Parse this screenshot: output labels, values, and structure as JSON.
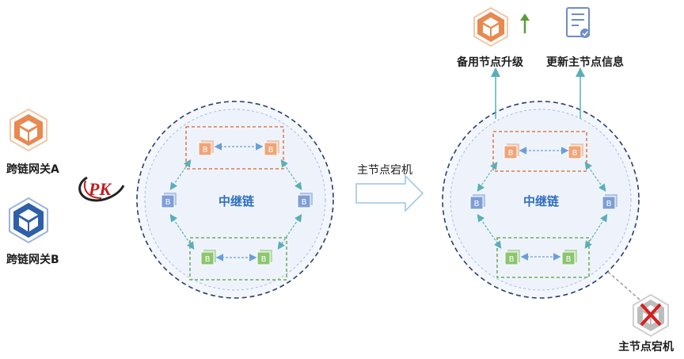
{
  "gateways": {
    "a": {
      "label": "跨链网关A",
      "color": "#e8894f"
    },
    "b": {
      "label": "跨链网关B",
      "color": "#2e5fa8"
    }
  },
  "relay_chain_label": "中继链",
  "transition_label": "主节点宕机",
  "upgrade_label": "备用节点升级",
  "update_label": "更新主节点信息",
  "failed_node_label": "主节点宕机",
  "node_letter": "B",
  "colors": {
    "orange": "#f0a477",
    "green": "#8cc56f",
    "blue": "#7e9ed6",
    "dashed_orange": "#d8622a",
    "dashed_green": "#5a9a3a",
    "circle_border": "#2c3f73",
    "teal": "#5aaeb8",
    "fail_red": "#d42020"
  }
}
